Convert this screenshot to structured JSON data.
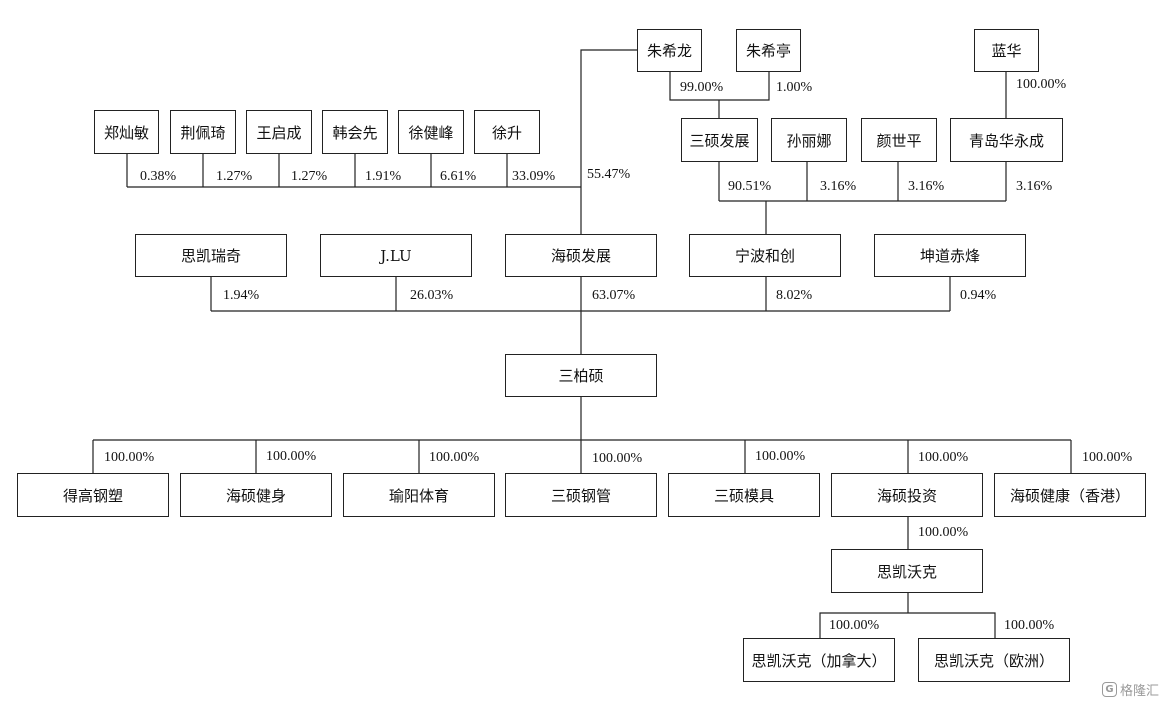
{
  "nodes": {
    "zhu_xilong": "朱希龙",
    "zhu_xiting": "朱希亭",
    "lan_hua": "蓝华",
    "zheng_canmin": "郑灿敏",
    "jing_peiqi": "荆佩琦",
    "wang_qicheng": "王启成",
    "han_huixian": "韩会先",
    "xu_jianfeng": "徐健峰",
    "xu_sheng": "徐升",
    "sanshuo_fazhan": "三硕发展",
    "sun_lina": "孙丽娜",
    "yan_shiping": "颜世平",
    "qingdao_huayongcheng": "青岛华永成",
    "sikai_ruiqi": "思凯瑞奇",
    "jlu": "J.LU",
    "haishuo_fazhan": "海硕发展",
    "ningbo_hechuang": "宁波和创",
    "kundao_chifeng": "坤道赤烽",
    "sanboshuo": "三柏硕",
    "degao_gangsu": "得高钢塑",
    "haishuo_jianshen": "海硕健身",
    "yuyang_tiyu": "瑜阳体育",
    "sanshuo_gangguan": "三硕钢管",
    "sanshuo_muju": "三硕模具",
    "haishuo_touzi": "海硕投资",
    "haishuo_jiankang_hk": "海硕健康（香港）",
    "sikai_woke": "思凯沃克",
    "sikai_woke_ca": "思凯沃克（加拿大）",
    "sikai_woke_eu": "思凯沃克（欧洲）"
  },
  "stakes": {
    "zhu_xilong_to_sanshuo": "99.00%",
    "zhu_xiting_to_sanshuo": "1.00%",
    "lan_hua_to_qingdao": "100.00%",
    "zheng_canmin": "0.38%",
    "jing_peiqi": "1.27%",
    "wang_qicheng": "1.27%",
    "han_huixian": "1.91%",
    "xu_jianfeng": "6.61%",
    "xu_sheng": "33.09%",
    "zhu_xilong_to_haishuo": "55.47%",
    "sanshuo_fazhan": "90.51%",
    "sun_lina": "3.16%",
    "yan_shiping": "3.16%",
    "qingdao_huayongcheng": "3.16%",
    "sikai_ruiqi": "1.94%",
    "jlu": "26.03%",
    "haishuo_fazhan": "63.07%",
    "ningbo_hechuang": "8.02%",
    "kundao_chifeng": "0.94%",
    "degao_gangsu": "100.00%",
    "haishuo_jianshen": "100.00%",
    "yuyang_tiyu": "100.00%",
    "sanshuo_gangguan": "100.00%",
    "sanshuo_muju": "100.00%",
    "haishuo_touzi": "100.00%",
    "haishuo_jiankang_hk": "100.00%",
    "sikai_woke": "100.00%",
    "sikai_woke_ca": "100.00%",
    "sikai_woke_eu": "100.00%"
  },
  "watermark": "格隆汇"
}
